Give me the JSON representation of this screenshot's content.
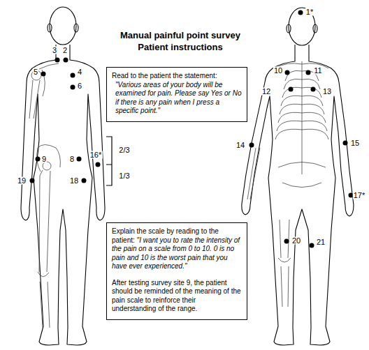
{
  "diagram": {
    "title": "Manual painful point survey",
    "nodes": [
      {
        "text": [
          "Read to the patient the statement:",
          "\"Various areas of your body will be examined for pain. Please say Yes or No if there is any pain when I press a specific point.\""
        ]
      },
      {
        "text": [
          "Explain the scale by reading to the patient:",
          "\"I want you to rate the intensity of the pain on a scale from 0 to 10. 0 is no pain and 10 is the worst pain that you have ever experienced.\"",
          "After testing survey site 9, the patient should be reminded of the meaning of the pain scale to reinforce their understanding of the range."
        ]
      }
    ],
    "labels": [
      "Patient instructions",
      "3",
      "2",
      "5",
      "4",
      "6",
      "9",
      "8",
      "16*",
      "2/3",
      "1/3",
      "19",
      "18",
      "1*",
      "10",
      "11",
      "12",
      "13",
      "14",
      "15",
      "17*",
      "20",
      "21"
    ]
  }
}
